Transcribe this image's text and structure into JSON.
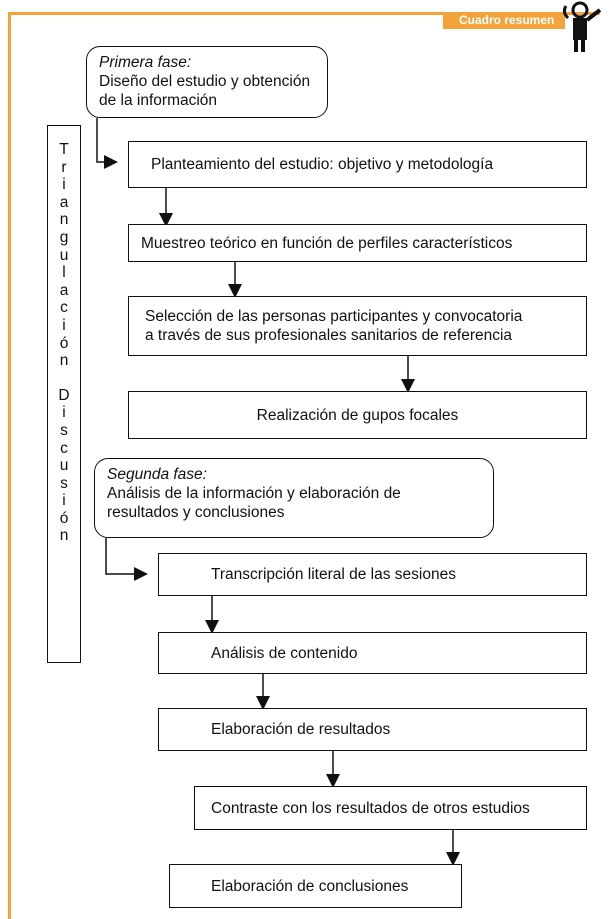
{
  "header": {
    "tab_label": "Cuadro resumen",
    "figure_icon": "person-pointing-icon"
  },
  "colors": {
    "accent": "#f4a23a",
    "line": "#111111"
  },
  "side_label": {
    "word1": [
      "T",
      "r",
      "i",
      "a",
      "n",
      "g",
      "u",
      "l",
      "a",
      "c",
      "i",
      "ó",
      "n"
    ],
    "word2": [
      "D",
      "i",
      "s",
      "c",
      "u",
      "s",
      "i",
      "ó",
      "n"
    ]
  },
  "phase1": {
    "title": "Primera fase:",
    "line1": "Diseño del estudio y obtención",
    "line2": "de la información"
  },
  "phase2": {
    "title": "Segunda fase:",
    "line1": "Análisis de la información y elaboración de",
    "line2": "resultados y conclusiones"
  },
  "steps": {
    "s1": "Planteamiento del estudio: objetivo y metodología",
    "s2": "Muestreo teórico en función de perfiles característicos",
    "s3_line1": "Selección de las personas participantes y convocatoria",
    "s3_line2": "a través de sus profesionales sanitarios de referencia",
    "s4": "Realización de gupos focales",
    "s5": "Transcripción literal de las sesiones",
    "s6": "Análisis de contenido",
    "s7": "Elaboración de resultados",
    "s8": "Contraste con los resultados de otros estudios",
    "s9": "Elaboración de conclusiones"
  }
}
